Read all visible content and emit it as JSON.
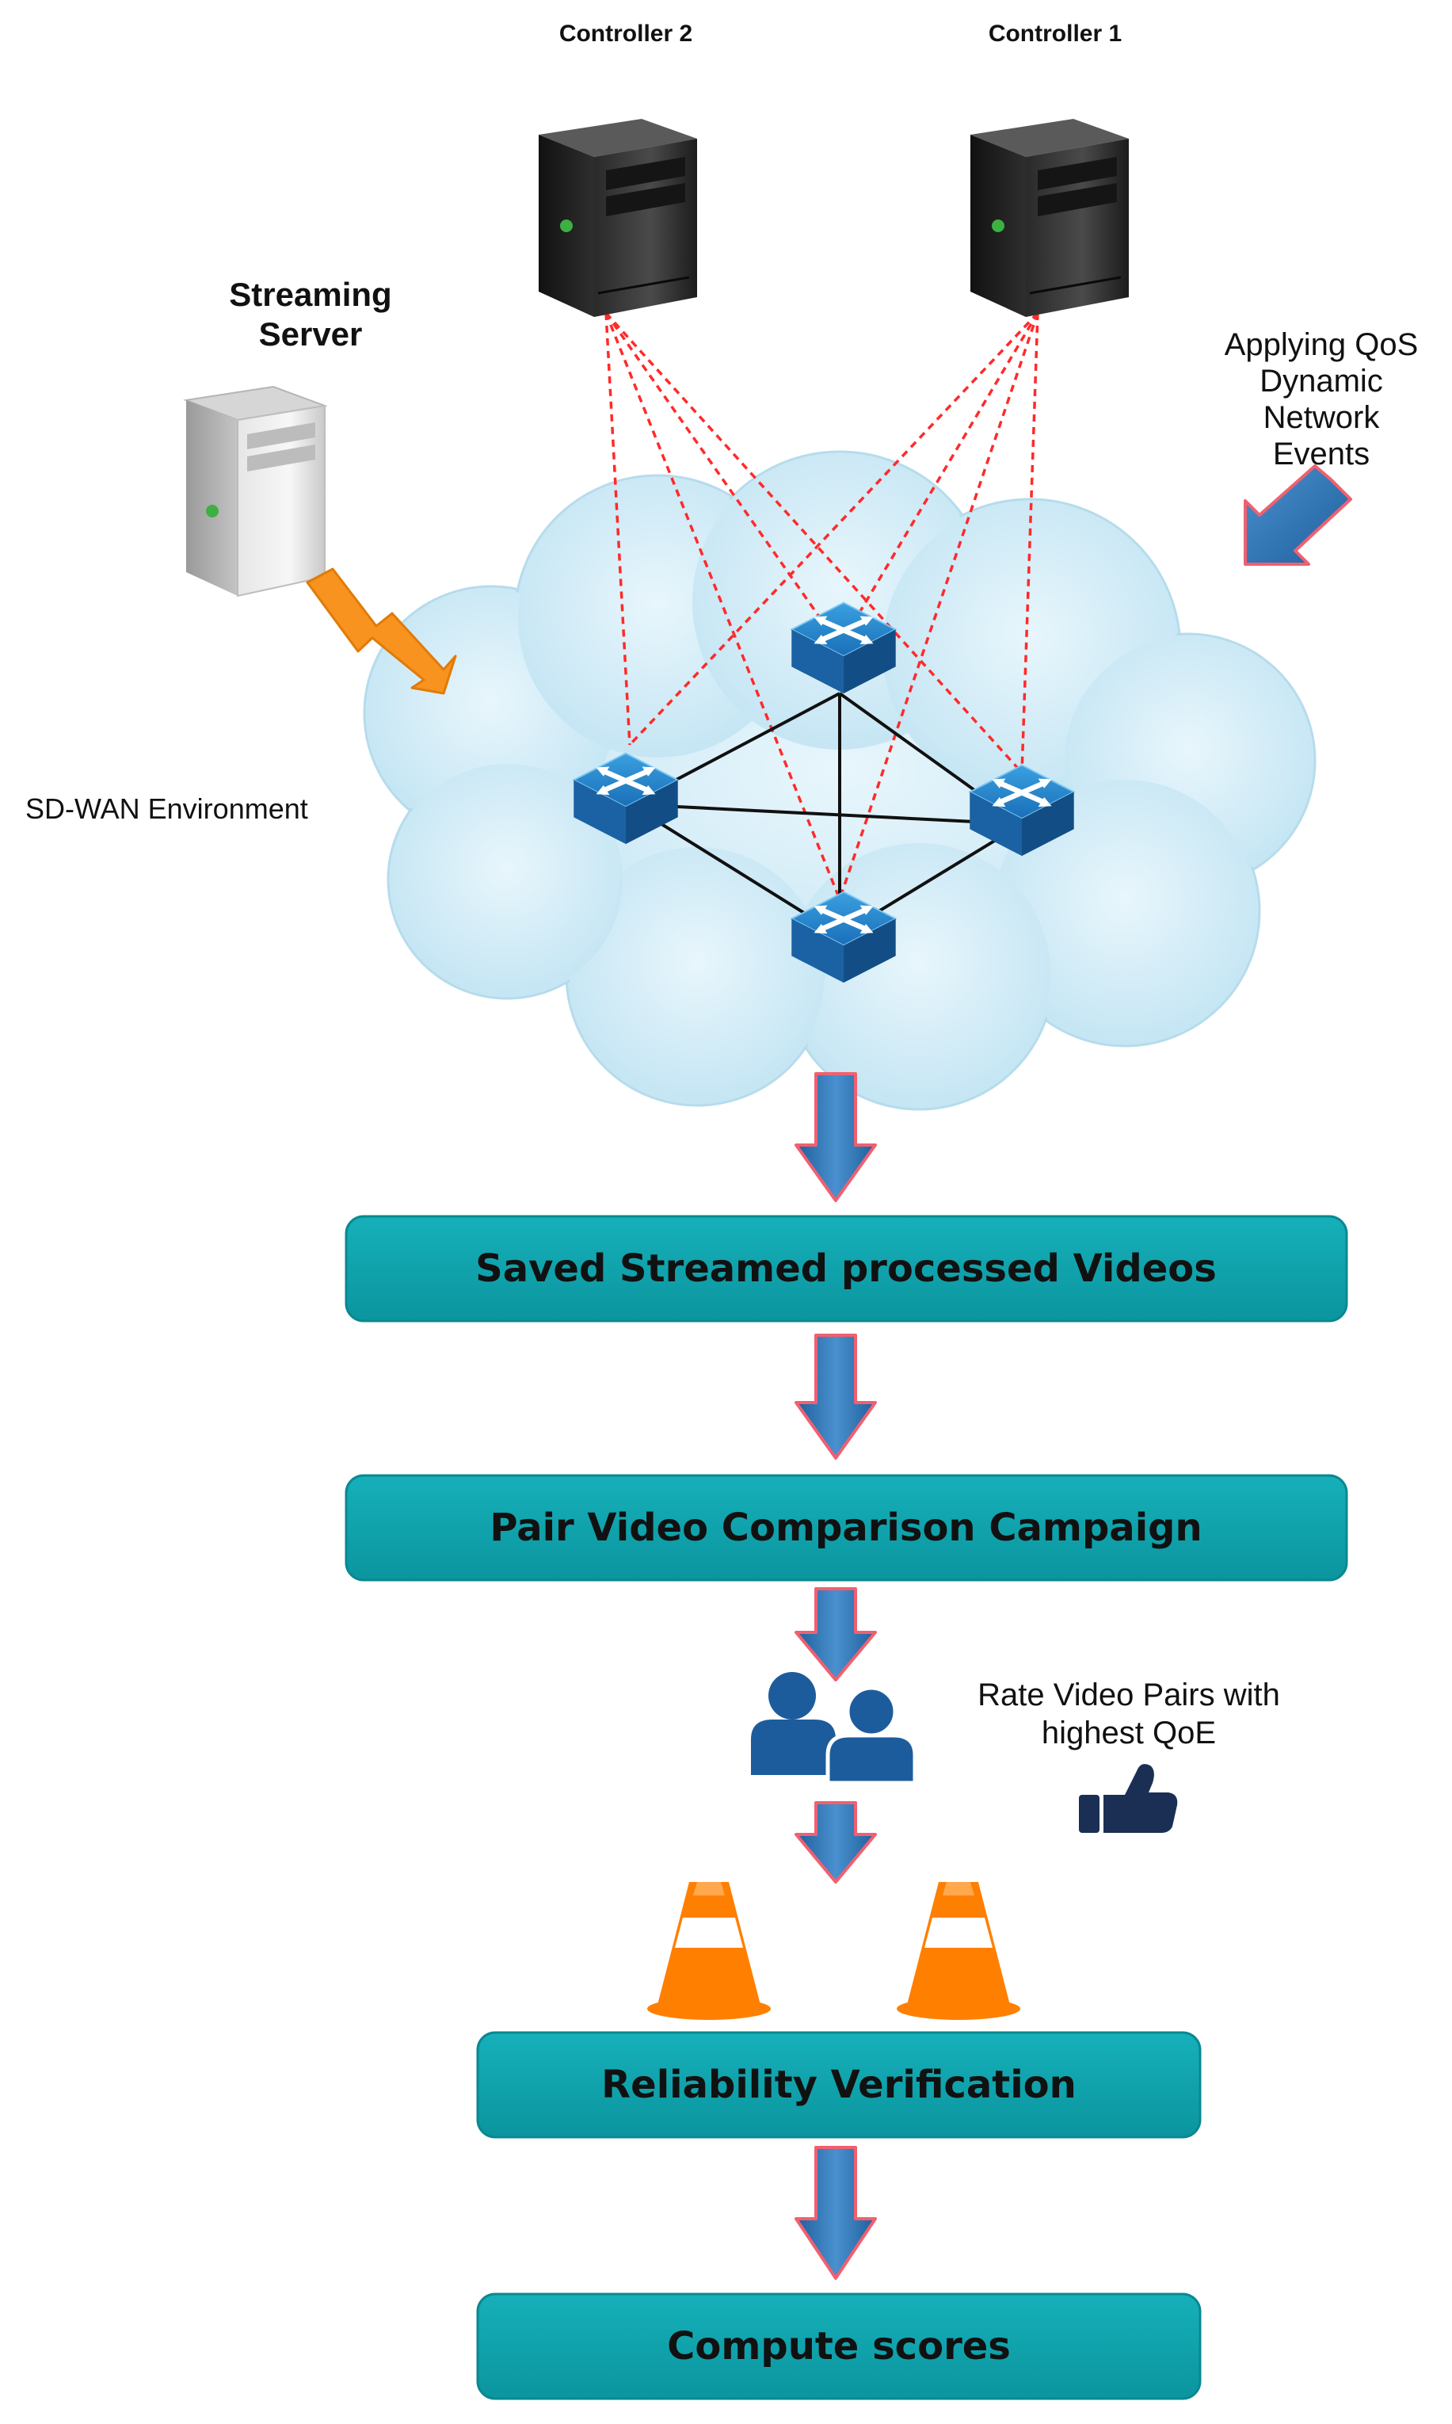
{
  "labels": {
    "controller2": "Controller 2",
    "controller1": "Controller 1",
    "streaming_server_line1": "Streaming",
    "streaming_server_line2": "Server",
    "qos_line1": "Applying QoS",
    "qos_line2": "Dynamic",
    "qos_line3": "Network",
    "qos_line4": "Events",
    "environment": "SD-WAN Environment",
    "rate_line1": "Rate Video Pairs with",
    "rate_line2": "highest QoE"
  },
  "steps": [
    "Saved Streamed processed Videos",
    "Pair Video Comparison Campaign",
    "Reliability Verification",
    "Compute scores"
  ],
  "icons": {
    "controller": "server-tower-dark-icon",
    "streaming_server": "server-tower-light-icon",
    "switch": "network-switch-icon",
    "users": "users-group-icon",
    "thumbs_up": "thumbs-up-icon",
    "cone": "traffic-cone-icon"
  },
  "colors": {
    "step_box": "#10a4ae",
    "step_box_dark": "#0b8d96",
    "cloud": "#cdeaf6",
    "control_link": "#ff2a2a",
    "data_link": "#111111",
    "flow_arrow": "#2f78b7",
    "flow_arrow_outline": "#f06070",
    "stream_bolt": "#f7931e",
    "users": "#1d5c9c",
    "cone": "#ff7f00"
  }
}
